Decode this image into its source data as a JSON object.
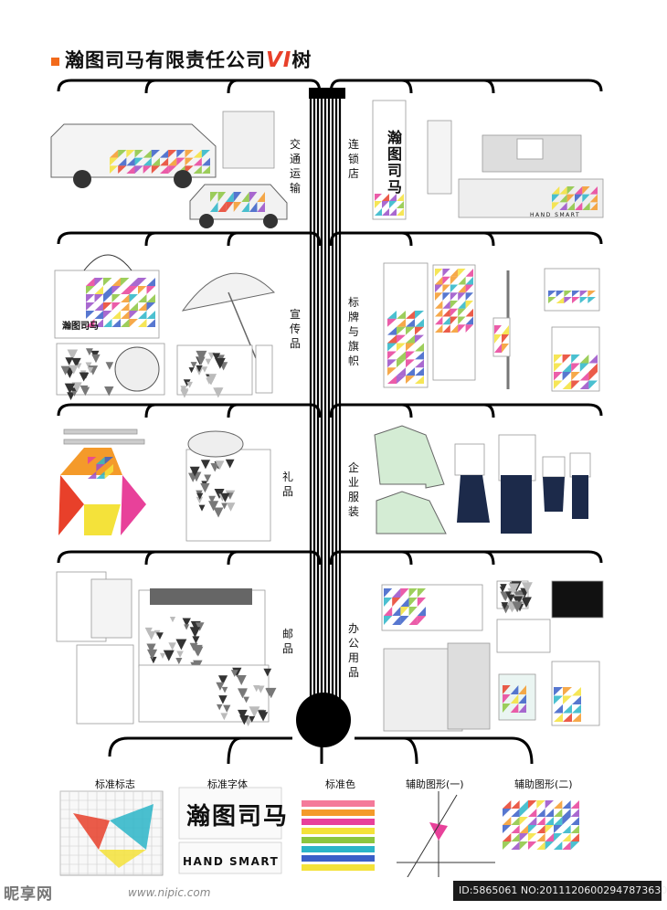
{
  "title": {
    "main": "瀚图司马有限责任公司",
    "vi": "VI",
    "suffix": "树"
  },
  "branches": {
    "transport": "交通运输",
    "chain_store": "连锁店",
    "promo": "宣传品",
    "signage": "标牌与旗帜",
    "gifts": "礼品",
    "uniforms": "企业服装",
    "post": "邮品",
    "office": "办公用品"
  },
  "roots": {
    "logo": "标准标志",
    "font": "标准字体",
    "color": "标准色",
    "aux1": "辅助图形(一)",
    "aux2": "辅助图形(二)"
  },
  "brand": {
    "cn": "瀚图司马",
    "en": "HAND SMART"
  },
  "palette": [
    "#e8402a",
    "#f49a2a",
    "#f4e23a",
    "#8cc63f",
    "#2bb5c8",
    "#3a5fc8",
    "#9a4fc8",
    "#e8419a"
  ],
  "colors": {
    "accent": "#f26a1b",
    "vi": "#e8402a",
    "tree": "#000000"
  },
  "footer": {
    "logo": "昵享网",
    "url": "www.nipic.com",
    "id": "ID:5865061 NO:20111206002947873630"
  }
}
